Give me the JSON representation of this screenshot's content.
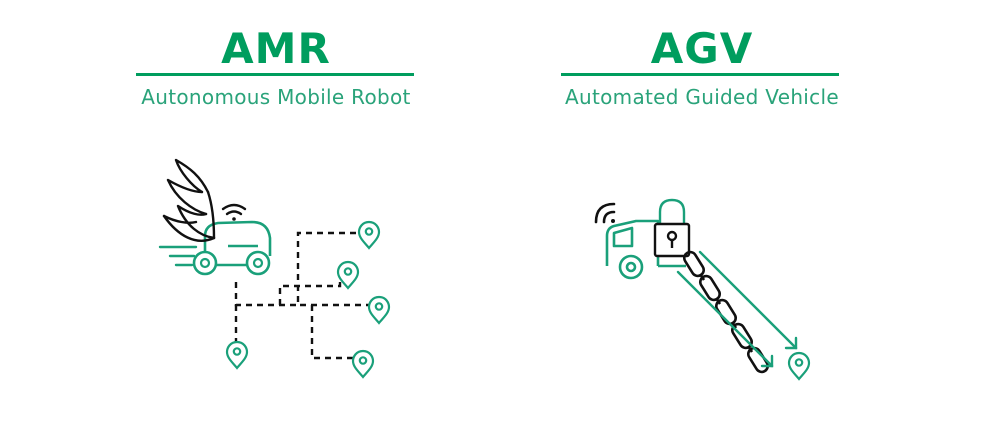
{
  "colors": {
    "title": "#009d5e",
    "subtitle": "#2aa37a",
    "icon_accent": "#1aa07a",
    "icon_line": "#111111"
  },
  "amr": {
    "title": "AMR",
    "subtitle": "Autonomous Mobile Robot",
    "icons": [
      "winged-robot-vehicle-icon",
      "wifi-icon",
      "speed-lines-icon",
      "location-pin-icon",
      "dashed-route-icon"
    ]
  },
  "agv": {
    "title": "AGV",
    "subtitle": "Automated Guided Vehicle",
    "icons": [
      "truck-icon",
      "padlock-icon",
      "wifi-icon",
      "chain-track-icon",
      "direction-arrow-icon",
      "location-pin-icon"
    ]
  }
}
